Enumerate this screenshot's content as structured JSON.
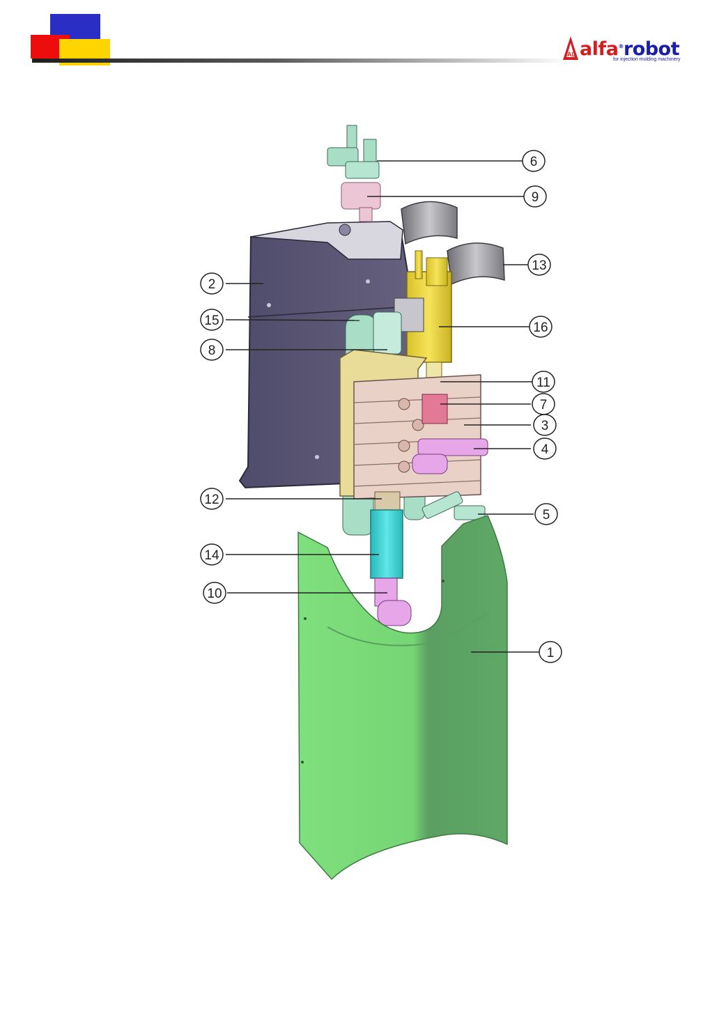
{
  "logo": {
    "brand_prefix": "alfa",
    "brand_suffix": "robot",
    "registered_mark": "®",
    "tagline": "for injection molding machinery"
  },
  "header": {
    "colors": {
      "blue": "#2a2ec4",
      "red": "#ee0d0d",
      "yellow": "#ffd400"
    }
  },
  "diagram": {
    "part_colors": {
      "cover": "#7ddc7c",
      "back_plate": "#5c5877",
      "valve_block": "#e8dc98",
      "valves": "#e9d1c8",
      "fittings_green": "#a8ddc6",
      "fittings_purple": "#e6a6e8",
      "cylinder_yellow": "#f1dc3a",
      "cyan_tube": "#36d5d5",
      "clamps": "#9a9aa0",
      "pink_part": "#e27a96"
    },
    "callouts": [
      {
        "label": "1"
      },
      {
        "label": "2"
      },
      {
        "label": "3"
      },
      {
        "label": "4"
      },
      {
        "label": "5"
      },
      {
        "label": "6"
      },
      {
        "label": "7"
      },
      {
        "label": "8"
      },
      {
        "label": "9"
      },
      {
        "label": "10"
      },
      {
        "label": "11"
      },
      {
        "label": "12"
      },
      {
        "label": "13"
      },
      {
        "label": "14"
      },
      {
        "label": "15"
      },
      {
        "label": "16"
      }
    ]
  }
}
